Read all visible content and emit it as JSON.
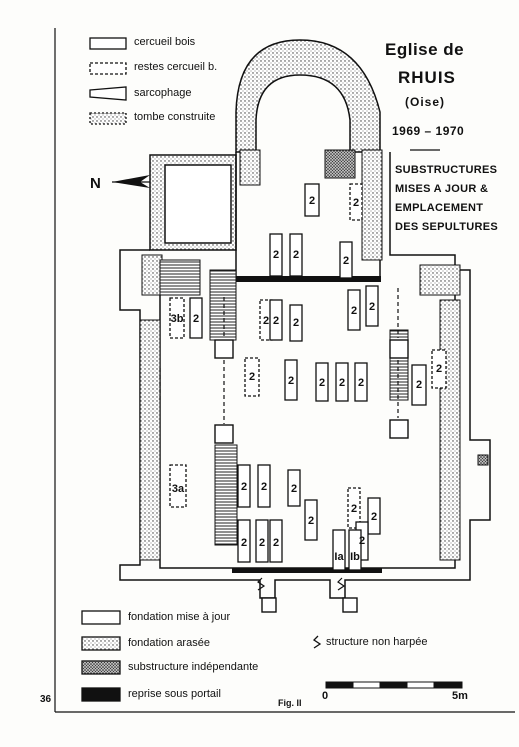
{
  "title": {
    "church": "Eglise de",
    "place": "RHUIS",
    "dept": "(Oise)",
    "years": "1969 – 1970",
    "subtitle": [
      "SUBSTRUCTURES",
      "MISES A JOUR &",
      "EMPLACEMENT",
      "DES SEPULTURES"
    ]
  },
  "legend_top": [
    {
      "label": "cercueil bois",
      "icon": "solid-rectangle-icon"
    },
    {
      "label": "restes cercueil b.",
      "icon": "dashed-rectangle-icon"
    },
    {
      "label": "sarcophage",
      "icon": "trapezoid-icon"
    },
    {
      "label": "tombe construite",
      "icon": "dotted-rectangle-icon"
    }
  ],
  "legend_bottom": [
    {
      "label": "fondation mise à jour",
      "icon": "blank-box-icon"
    },
    {
      "label": "fondation arasée",
      "icon": "stippled-box-icon"
    },
    {
      "label": "substructure indépendante",
      "icon": "dense-stipple-box-icon"
    },
    {
      "label": "reprise sous portail",
      "icon": "black-box-icon"
    }
  ],
  "legend_extra": {
    "label": "structure non harpée",
    "icon": "zigzag-icon"
  },
  "north": "N",
  "scale": {
    "start": "0",
    "end": "5m"
  },
  "page_number": "36",
  "figure": "Fig. II",
  "burials": {
    "labels": [
      "2",
      "2",
      "2",
      "2",
      "2",
      "3b",
      "2",
      "2",
      "2",
      "2",
      "2",
      "2",
      "2",
      "2",
      "2",
      "2",
      "2",
      "2",
      "2",
      "2",
      "2",
      "3a",
      "2",
      "2",
      "2",
      "2",
      "2",
      "2",
      "2",
      "2",
      "Ia",
      "Ib"
    ]
  }
}
